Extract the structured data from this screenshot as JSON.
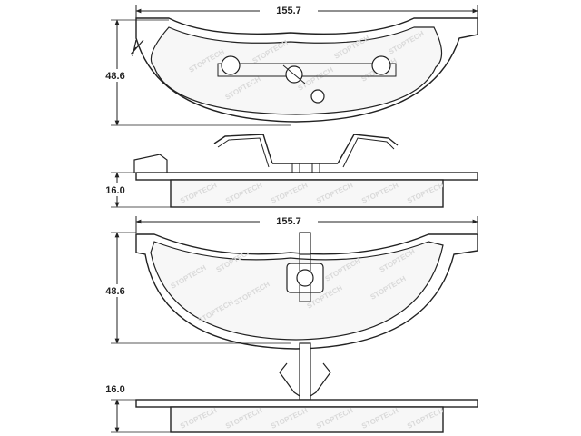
{
  "dimensions": {
    "top_width": "155.7",
    "top_height": "48.6",
    "top_thickness": "16.0",
    "bottom_width": "155.7",
    "bottom_height": "48.6",
    "bottom_thickness": "16.0"
  },
  "watermark": {
    "text": "STOPTECH",
    "style": "diagonal repeated lettering"
  },
  "colors": {
    "outline": "#222222",
    "watermark": "#d9d9d9",
    "background": "#ffffff"
  }
}
